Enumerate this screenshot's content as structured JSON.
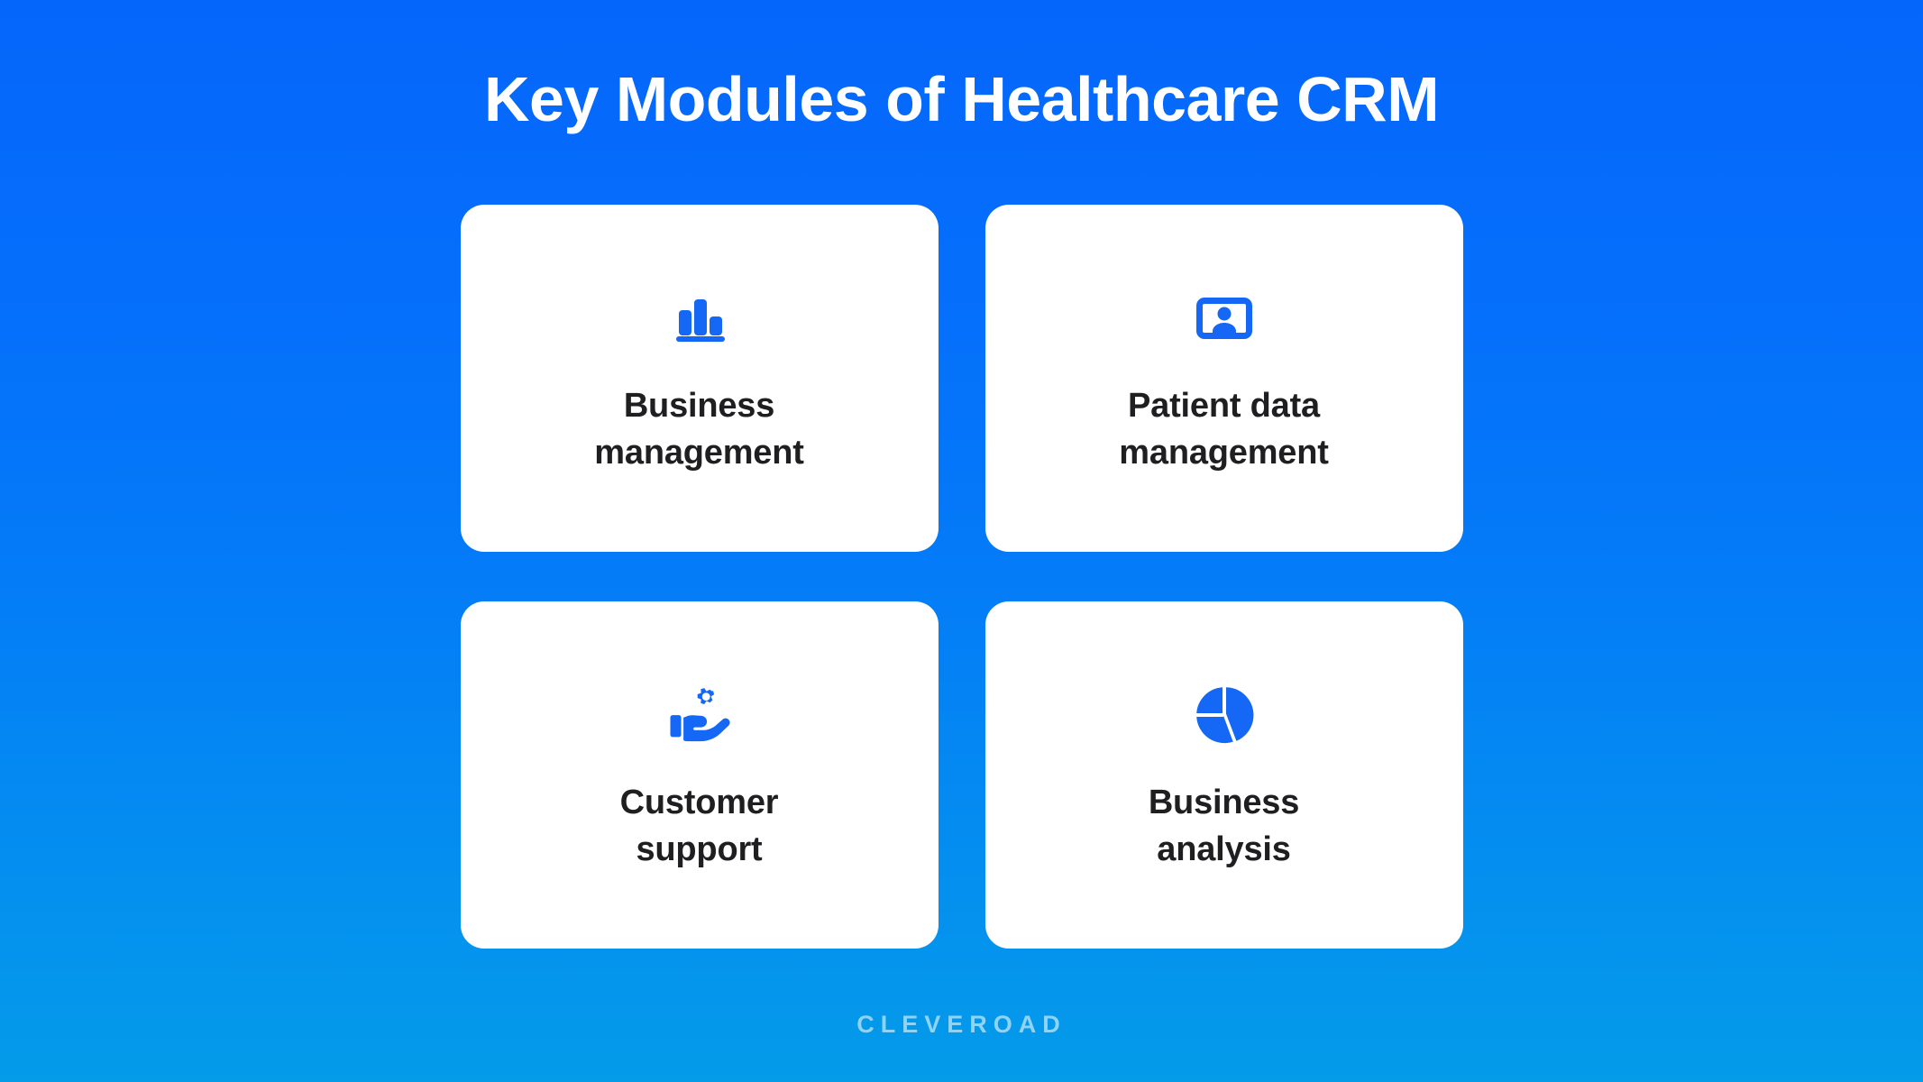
{
  "slide": {
    "title": "Key Modules of Healthcare CRM",
    "background_top_color": "#0566fb",
    "background_bottom_color": "#049be9",
    "card_background_color": "#ffffff",
    "icon_color": "#1468f5",
    "label_color": "#1f1f21",
    "title_color": "#ffffff"
  },
  "cards": [
    {
      "icon": "bar-chart-icon",
      "label_line1": "Business",
      "label_line2": "management"
    },
    {
      "icon": "id-card-person-icon",
      "label_line1": "Patient data",
      "label_line2": "management"
    },
    {
      "icon": "hand-gear-support-icon",
      "label_line1": "Customer",
      "label_line2": "support"
    },
    {
      "icon": "pie-chart-icon",
      "label_line1": "Business",
      "label_line2": "analysis"
    }
  ],
  "footer": {
    "brand": "CLEVEROAD",
    "brand_color": "#8fd3f7"
  }
}
